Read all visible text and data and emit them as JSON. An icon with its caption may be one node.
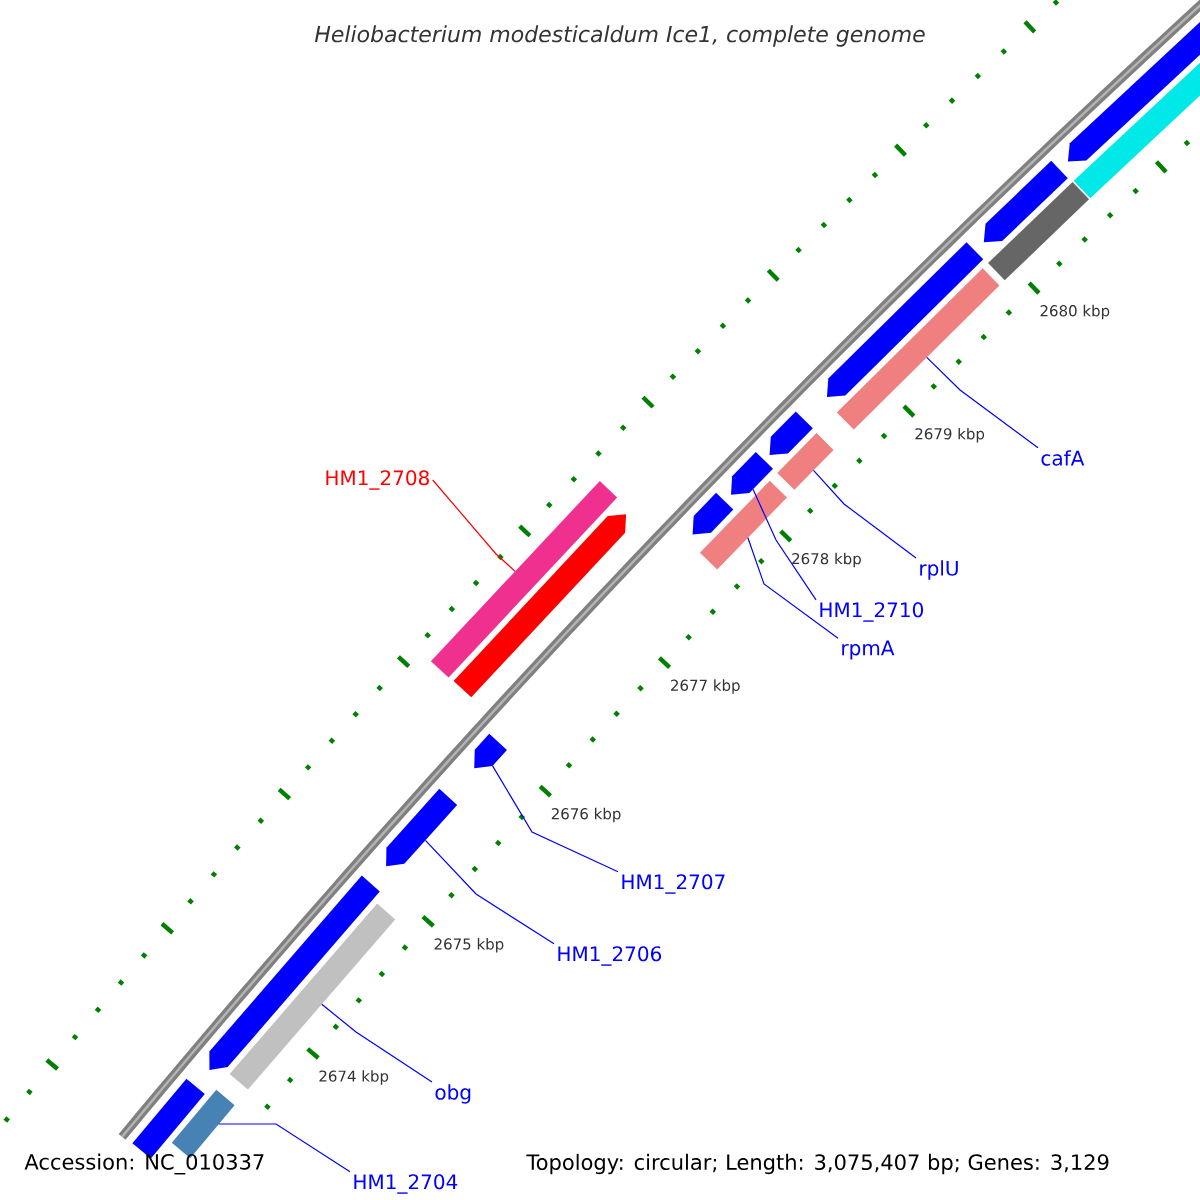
{
  "diagram": {
    "title": "Heliobacterium modesticaldum Ice1, complete genome",
    "nodes": [
      {
        "text": [
          "cafA"
        ]
      },
      {
        "text": [
          "HM1_2708"
        ]
      },
      {
        "text": [
          "rplU"
        ]
      },
      {
        "text": [
          "HM1_2710"
        ]
      },
      {
        "text": [
          "rpmA"
        ]
      },
      {
        "text": [
          "HM1_2707"
        ]
      },
      {
        "text": [
          "HM1_2706"
        ]
      },
      {
        "text": [
          "obg"
        ]
      },
      {
        "text": [
          "HM1_2704"
        ]
      },
      {
        "text": [],
        "shape": "pentagon"
      },
      {
        "text": [],
        "shape": "bar"
      },
      {
        "text": [],
        "shape": "pentagon"
      },
      {
        "text": [],
        "shape": "bar"
      },
      {
        "text": [],
        "shape": "pentagon"
      },
      {
        "text": [],
        "shape": "bar"
      },
      {
        "text": [],
        "shape": "pentagon"
      },
      {
        "text": [],
        "shape": "bar"
      },
      {
        "text": [],
        "shape": "pentagon"
      },
      {
        "text": [],
        "shape": "bar"
      },
      {
        "text": [],
        "shape": "bar"
      },
      {
        "text": [],
        "shape": "pentagon"
      },
      {
        "text": [],
        "shape": "pentagon"
      },
      {
        "text": [],
        "shape": "pentagon"
      },
      {
        "text": [],
        "shape": "pentagon"
      },
      {
        "text": [],
        "shape": "pentagon"
      },
      {
        "text": [],
        "shape": "bar"
      },
      {
        "text": [],
        "shape": "bar"
      },
      {
        "text": [],
        "shape": "bar"
      }
    ],
    "edges": [
      {
        "from": 0,
        "to": 14,
        "arrow": "none"
      },
      {
        "from": 1,
        "to": 19,
        "arrow": "none",
        "color": "#ff0000"
      },
      {
        "from": 2,
        "to": 16,
        "arrow": "none"
      },
      {
        "from": 3,
        "to": 17,
        "arrow": "none"
      },
      {
        "from": 4,
        "to": 18,
        "arrow": "none"
      },
      {
        "from": 5,
        "to": 22,
        "arrow": "none"
      },
      {
        "from": 6,
        "to": 23,
        "arrow": "none"
      },
      {
        "from": 7,
        "to": 25,
        "arrow": "none"
      },
      {
        "from": 8,
        "to": 27,
        "arrow": "none"
      }
    ],
    "labels": [
      "2680 kbp",
      "2679 kbp",
      "2678 kbp",
      "2677 kbp",
      "2676 kbp",
      "2675 kbp",
      "2674 kbp",
      "Accession: NC_010337",
      "Topology: circular; Length: 3,075,407 bp; Genes: 3,129"
    ]
  }
}
